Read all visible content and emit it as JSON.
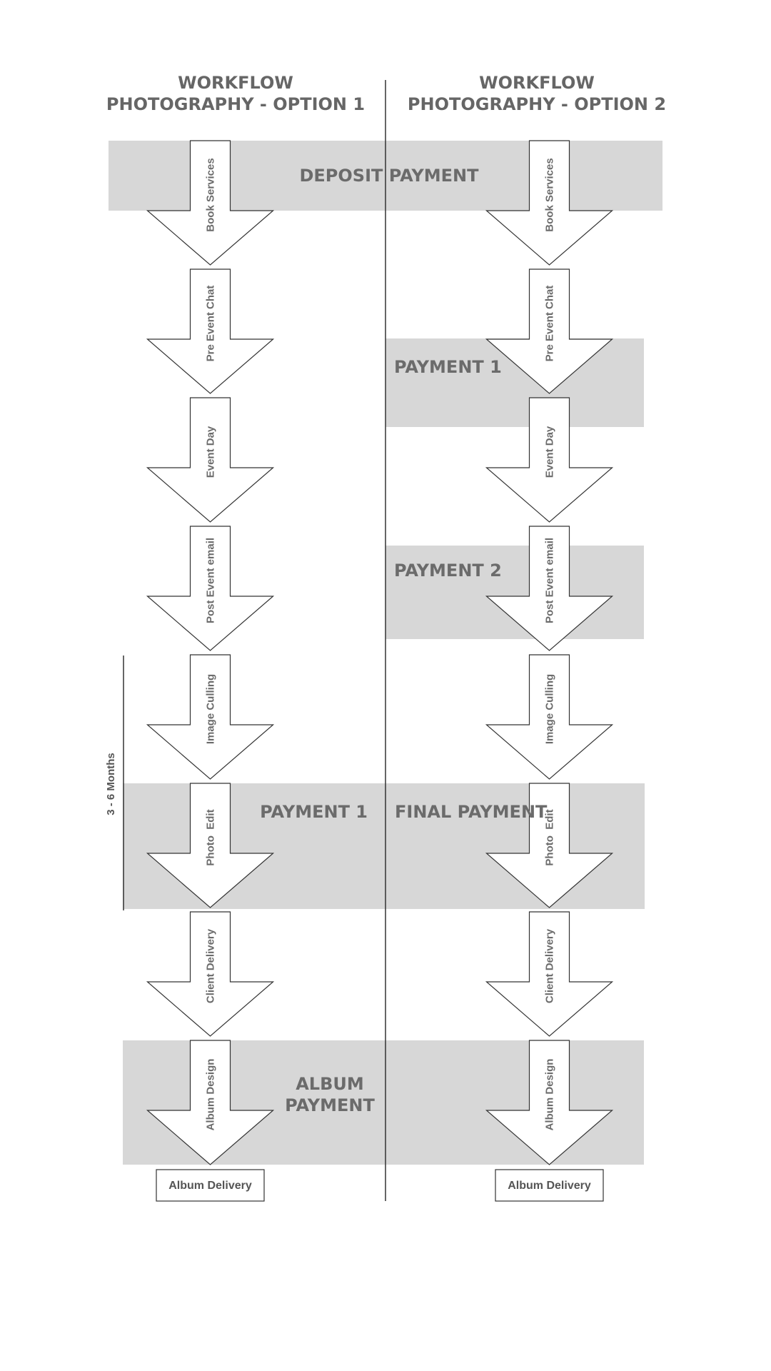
{
  "columns": [
    {
      "title_line1": "WORKFLOW",
      "title_line2": "PHOTOGRAPHY - OPTION 1"
    },
    {
      "title_line1": "WORKFLOW",
      "title_line2": "PHOTOGRAPHY - OPTION 2"
    }
  ],
  "steps": [
    "Book Services",
    "Pre Event Chat",
    "Event Day",
    "Post Event email",
    "Image Culling",
    "Photo  Edit",
    "Client Delivery",
    "Album Design"
  ],
  "final_step": "Album Delivery",
  "bands": {
    "deposit": "DEPOSIT PAYMENT",
    "opt2_payment1": "PAYMENT 1",
    "opt2_payment2": "PAYMENT 2",
    "opt1_payment1": "PAYMENT 1",
    "opt2_final": "FINAL PAYMENT",
    "album_line1": "ALBUM",
    "album_line2": "PAYMENT"
  },
  "timeframe": "3 - 6 Months",
  "colors": {
    "band": "#d7d7d7",
    "stroke": "#333333",
    "text": "#666666"
  }
}
